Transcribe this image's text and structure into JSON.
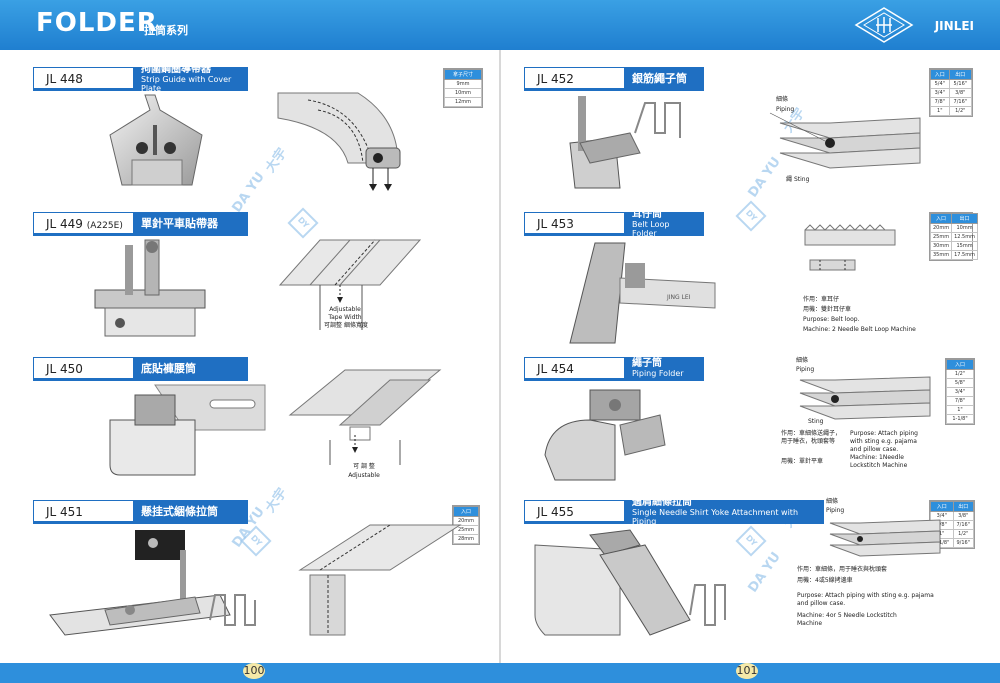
{
  "header": {
    "title": "FOLDER",
    "subtitle": "拉筒系列",
    "brand": "JINLEI"
  },
  "watermark": {
    "text": "DA YU",
    "text_cn": "大宇",
    "badge": "DY"
  },
  "pages": {
    "left": "100",
    "right": "101"
  },
  "items": {
    "jl448": {
      "code": "JL 448",
      "name_cn": "拘圍鋼圈導帶器",
      "name_en": "Strip Guide with Cover Plate",
      "spec_header": "拿子尺寸",
      "spec_rows": [
        "9mm",
        "10mm",
        "12mm"
      ]
    },
    "jl449": {
      "code": "JL 449",
      "code_suffix": "(A225E)",
      "name_cn": "單針平車貼帶器",
      "label_en": "Adjustable Tape Width",
      "label_cn": "可調整 綑條寬度"
    },
    "jl450": {
      "code": "JL 450",
      "name_cn": "底貼褲腰筒",
      "label_cn": "可 調 整",
      "label_en": "Adjustable"
    },
    "jl451": {
      "code": "JL 451",
      "name_cn": "懸挂式綑條拉筒",
      "spec_header": "入口",
      "spec_rows": [
        "20mm",
        "25mm",
        "28mm"
      ]
    },
    "jl452": {
      "code": "JL 452",
      "name_cn": "銀筋繩子筒",
      "piping_cn": "細條",
      "piping_en": "Piping",
      "sting_cn": "繩",
      "sting_en": "Sting",
      "spec_headers": [
        "入口",
        "出口"
      ],
      "spec_rows": [
        [
          "5/4\"",
          "5/16\""
        ],
        [
          "3/4\"",
          "3/8\""
        ],
        [
          "7/8\"",
          "7/16\""
        ],
        [
          "1\"",
          "1/2\""
        ]
      ]
    },
    "jl453": {
      "code": "JL 453",
      "name_cn": "耳仔筒",
      "name_en": "Belt Loop Folder",
      "stamp": "JING LEI",
      "spec_headers": [
        "入口",
        "出口"
      ],
      "spec_rows": [
        [
          "20mm",
          "10mm"
        ],
        [
          "25mm",
          "12.5mm"
        ],
        [
          "30mm",
          "15mm"
        ],
        [
          "35mm",
          "17.5mm"
        ]
      ],
      "purpose_cn": "作用：車耳仔",
      "machine_cn": "用機：雙針耳仔車",
      "purpose_en": "Purpose: Belt loop.",
      "machine_en": "Machine: 2 Needle Belt Loop Machine"
    },
    "jl454": {
      "code": "JL 454",
      "name_cn": "繩子筒",
      "name_en": "Piping Folder",
      "piping_cn": "細條",
      "piping_en": "Piping",
      "sting_en": "Sting",
      "spec_header": "入口",
      "spec_rows": [
        "1/2\"",
        "5/8\"",
        "3/4\"",
        "7/8\"",
        "1\"",
        "1-1/8\""
      ],
      "purpose_cn": "作用：車細條送繩子，用于睡衣，枕頭套等",
      "machine_cn": "用機：單針平車",
      "purpose_en": "Purpose: Attach piping with sting e.g. pajama and pillow case.",
      "machine_en": "Machine: 1Needle Lockstitch Machine"
    },
    "jl455": {
      "code": "JL 455",
      "name_cn": "過肩細條拉筒",
      "name_en": "Single Needle Shirt Yoke Attachment with Piping",
      "piping_cn": "細條",
      "piping_en": "Piping",
      "spec_headers": [
        "入口",
        "出口"
      ],
      "spec_rows": [
        [
          "3/4\"",
          "3/8\""
        ],
        [
          "7/8\"",
          "7/16\""
        ],
        [
          "1\"",
          "1/2\""
        ],
        [
          "1-1/8\"",
          "9/16\""
        ]
      ],
      "purpose_cn": "作用：車細條，用于睡衣與枕頭套",
      "machine_cn": "用機：4或5線拷邊車",
      "purpose_en": "Purpose: Attach piping with sting e.g. pajama and pillow case.",
      "machine_en": "Machine: 4or 5 Needle Lockstitch Machine"
    }
  },
  "colors": {
    "bar": "#1f7fd0",
    "accent": "#1f6fc2",
    "watermark": "#9cc7ec"
  }
}
